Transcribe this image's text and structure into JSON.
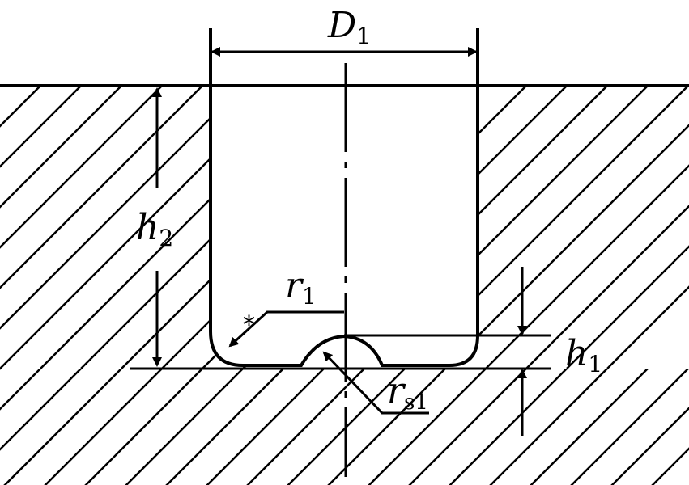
{
  "labels": {
    "D1": {
      "main": "D",
      "sub": "1"
    },
    "h2": {
      "main": "h",
      "sub": "2"
    },
    "r1": {
      "main": "r",
      "sub": "1"
    },
    "h1": {
      "main": "h",
      "sub": "1"
    },
    "rs1": {
      "main": "r",
      "sub": "s1"
    }
  },
  "colors": {
    "ink": "#000000",
    "background": "#ffffff"
  }
}
